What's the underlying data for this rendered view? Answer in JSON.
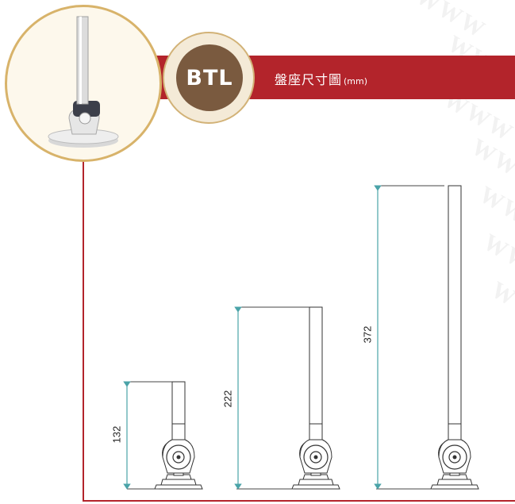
{
  "header": {
    "badge_label": "BTL",
    "title": "盤座尺寸圖",
    "title_unit": "(mm)"
  },
  "watermark": "WWW",
  "dimensions": [
    {
      "label": "132"
    },
    {
      "label": "222"
    },
    {
      "label": "372"
    }
  ],
  "colors": {
    "band_red": "#b3242b",
    "badge_brown": "#7a5a3f",
    "gold": "#d8b36a",
    "dim_arrow": "#4aa3a8"
  }
}
